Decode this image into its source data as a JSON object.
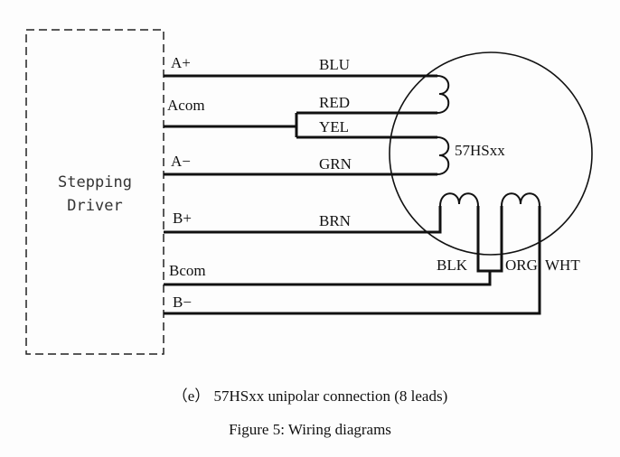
{
  "driver": {
    "title_line1": "Stepping",
    "title_line2": "Driver",
    "terminals": [
      "A+",
      "Acom",
      "A−",
      "B+",
      "Bcom",
      "B−"
    ]
  },
  "wires": {
    "colors": [
      "BLU",
      "RED",
      "YEL",
      "GRN",
      "BRN",
      "BLK",
      "ORG",
      "WHT"
    ]
  },
  "motor": {
    "model": "57HSxx"
  },
  "captions": {
    "subfigure": "（e） 57HSxx unipolar connection (8 leads)",
    "figure": "Figure 5: Wiring diagrams"
  }
}
